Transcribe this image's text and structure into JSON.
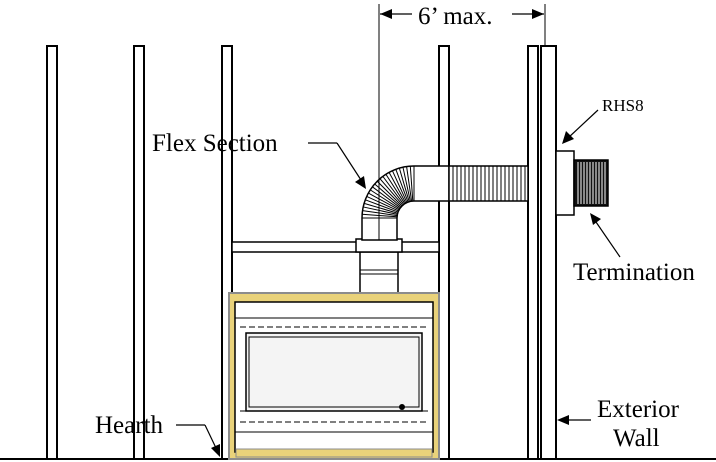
{
  "labels": {
    "distance": "6’ max.",
    "rhs": "RHS8",
    "flex_section": "Flex Section",
    "termination": "Termination",
    "hearth": "Hearth",
    "exterior_line1": "Exterior",
    "exterior_line2": "Wall"
  },
  "colors": {
    "line": "#000000",
    "firebox_trim": "#e9d27a",
    "firebox_frame": "#8c8c8c",
    "glass": "#f4f4f4",
    "termination_fill": "#111111"
  }
}
